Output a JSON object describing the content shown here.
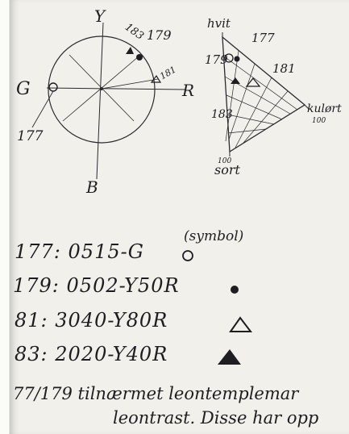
{
  "diagrams": {
    "circle": {
      "labels": {
        "top": "Y",
        "left": "G",
        "right": "R",
        "bottom": "B"
      },
      "points": {
        "p183": "183",
        "p179": "179",
        "p181": "181",
        "p177": "177"
      }
    },
    "triangle": {
      "labels": {
        "top": "hvit",
        "right": "kulørt",
        "right_value": "100",
        "bottom": "sort",
        "bottom_value": "100"
      },
      "points": {
        "p177": "177",
        "p179": "179",
        "p181": "181",
        "p183": "183"
      }
    }
  },
  "codes_header": "(symbol)",
  "codes": [
    {
      "text": "177: 0515-G",
      "symbol": "open-circle-icon"
    },
    {
      "text": "179: 0502-Y50R",
      "symbol": "filled-dot-icon"
    },
    {
      "text": "81: 3040-Y80R",
      "symbol": "open-triangle-icon"
    },
    {
      "text": "83: 2020-Y40R",
      "symbol": "filled-triangle-icon"
    }
  ],
  "notes": {
    "line1": "77/179 tilnærmet leontemplemar",
    "line2": "leontrast. Disse har opp"
  },
  "colors": {
    "paper": "#f1f0ea",
    "ink": "#1e1e22"
  }
}
